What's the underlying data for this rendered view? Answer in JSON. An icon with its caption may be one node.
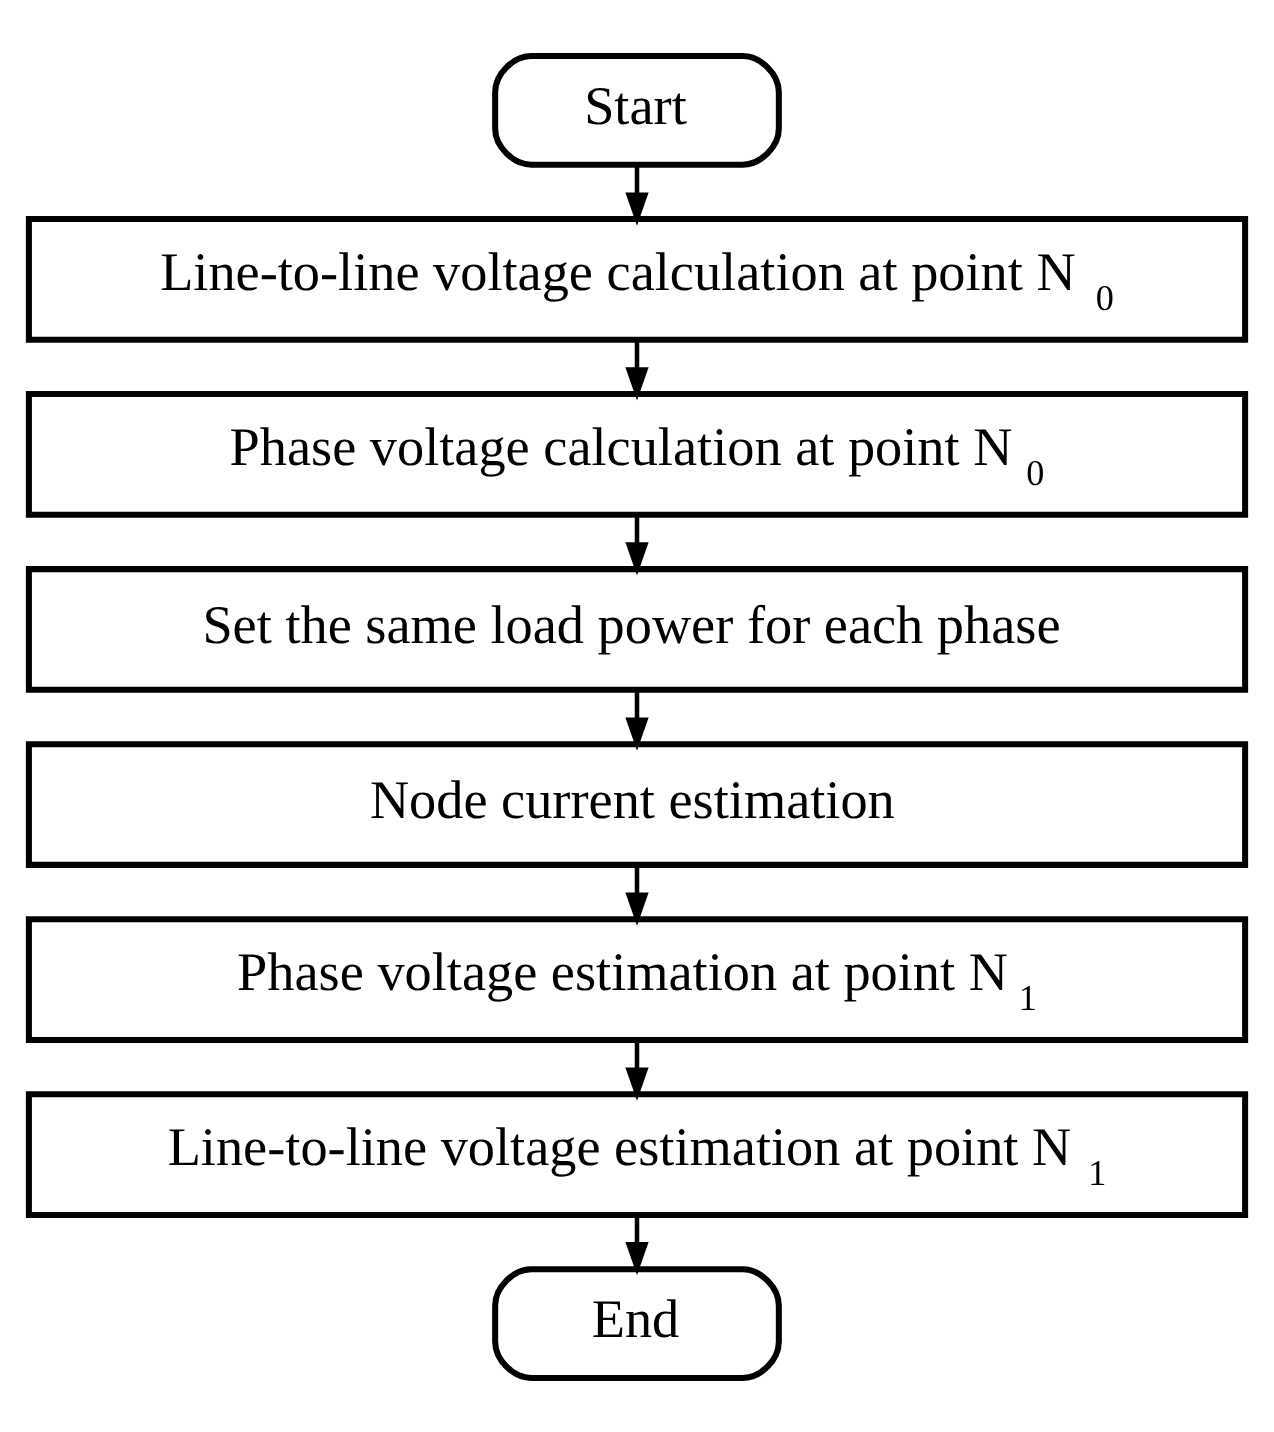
{
  "diagram": {
    "nodes": [
      {
        "text": [
          "Start"
        ]
      },
      {
        "text": [
          "Line-to-line voltage calculation at point N$_{0}$"
        ]
      },
      {
        "text": [
          "Phase voltage calculation at point N$_{0}$"
        ]
      },
      {
        "text": [
          "Set the same load power for each phase"
        ]
      },
      {
        "text": [
          "Node current estimation"
        ]
      },
      {
        "text": [
          "Phase voltage estimation at point N$_{1}$"
        ]
      },
      {
        "text": [
          "Line-to-line voltage estimation at point N$_{1}$"
        ]
      },
      {
        "text": [
          "End"
        ]
      }
    ],
    "edges": [
      {
        "from": 0,
        "to": 1,
        "arrow": "to"
      },
      {
        "from": 1,
        "to": 2,
        "arrow": "to"
      },
      {
        "from": 2,
        "to": 3,
        "arrow": "to"
      },
      {
        "from": 3,
        "to": 4,
        "arrow": "to"
      },
      {
        "from": 4,
        "to": 5,
        "arrow": "to"
      },
      {
        "from": 5,
        "to": 6,
        "arrow": "to"
      },
      {
        "from": 6,
        "to": 7,
        "arrow": "to"
      }
    ]
  }
}
